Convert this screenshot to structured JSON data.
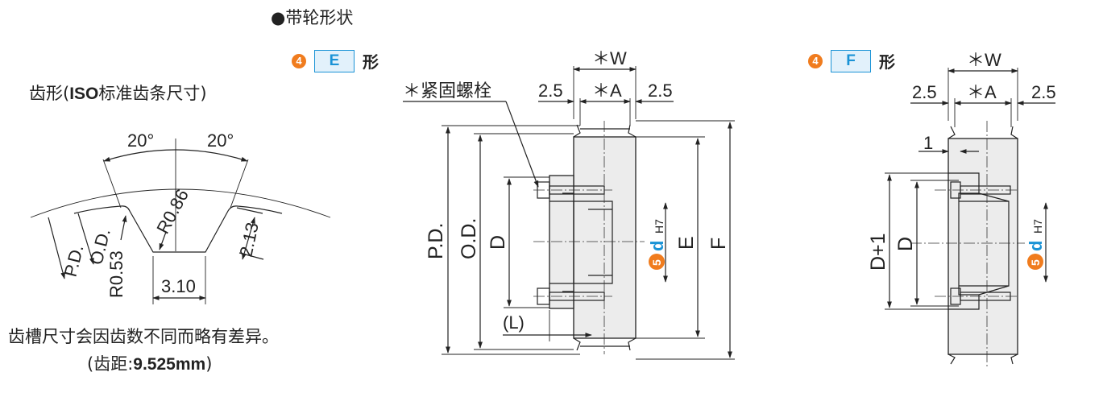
{
  "header": {
    "title": "●带轮形状"
  },
  "tooth_profile": {
    "title_prefix": "齿形(",
    "title_bold": "ISO",
    "title_suffix": "标准齿条尺寸)",
    "angle_left": "20°",
    "angle_right": "20°",
    "tip_radius": "R0.86",
    "root_radius": "R0.53",
    "tooth_height": "2.13",
    "tooth_width": "3.10",
    "pd_label": "P.D.",
    "od_label": "O.D."
  },
  "notes": {
    "line1": "齿槽尺寸会因齿数不同而略有差异。",
    "line2_prefix": "(齿距:",
    "line2_bold": "9.525mm",
    "line2_suffix": ")"
  },
  "type_e": {
    "number": "4",
    "code": "E",
    "shape": "形",
    "screw_label": "＊紧固螺栓",
    "w_label": "＊W",
    "a_label": "＊A",
    "flange_left": "2.5",
    "flange_right": "2.5",
    "pd_label": "P.D.",
    "od_label": "O.D.",
    "d_label": "D",
    "e_label": "E",
    "f_label": "F",
    "l_label": "(L)",
    "bore_number": "5",
    "bore_letter": "d",
    "bore_tol": "H7"
  },
  "type_f": {
    "number": "4",
    "code": "F",
    "shape": "形",
    "w_label": "＊W",
    "a_label": "＊A",
    "flange_left": "2.5",
    "flange_right": "2.5",
    "dim_1": "1",
    "d1_label": "D+1",
    "d_label": "D",
    "bore_number": "5",
    "bore_letter": "d",
    "bore_tol": "H7"
  },
  "colors": {
    "accent_blue": "#1a93d6",
    "accent_orange": "#f07c1e",
    "line": "#222222",
    "fill": "#ececec"
  }
}
